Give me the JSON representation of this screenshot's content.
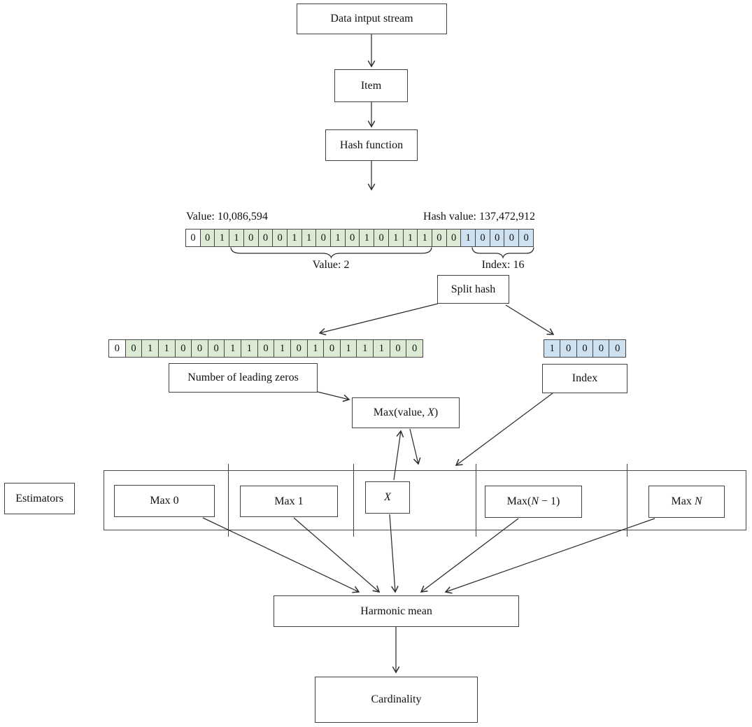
{
  "boxes": {
    "data_input_stream": "Data intput stream",
    "item": "Item",
    "hash_function": "Hash function",
    "split_hash": "Split hash",
    "number_of_leading_zeros": "Number of leading zeros",
    "max_value_x": {
      "pre": "Max(value, ",
      "it": "X",
      "post": ")"
    },
    "index": "Index",
    "estimators": "Estimators",
    "max0": "Max 0",
    "max1": "Max 1",
    "x_register": {
      "pre": "",
      "it": "X",
      "post": ""
    },
    "max_n_minus_1": {
      "pre": "Max(",
      "it": "N",
      "post": " − 1)"
    },
    "max_n": {
      "pre": "Max ",
      "it": "N",
      "post": ""
    },
    "harmonic_mean": "Harmonic mean",
    "cardinality": "Cardinality"
  },
  "labels": {
    "value_full": "Value: 10,086,594",
    "hash_value": "Hash value: 137,472,912",
    "value_brace": "Value: 2",
    "index_brace": "Index: 16"
  },
  "bit_arrays": {
    "hash": {
      "bits": "001100011010101110010000",
      "fills": "wggggggggggggggggggbbbbb"
    },
    "value_part": {
      "bits": "0011000110101011100",
      "fills": "wgggggggggggggggggg"
    },
    "index_part": {
      "bits": "10000",
      "fills": "bbbbb"
    }
  },
  "colors": {
    "cell_white": "#ffffff",
    "cell_green": "#dcead4",
    "cell_blue": "#cde1f1",
    "line": "#2d2d2d",
    "border": "#404040"
  }
}
